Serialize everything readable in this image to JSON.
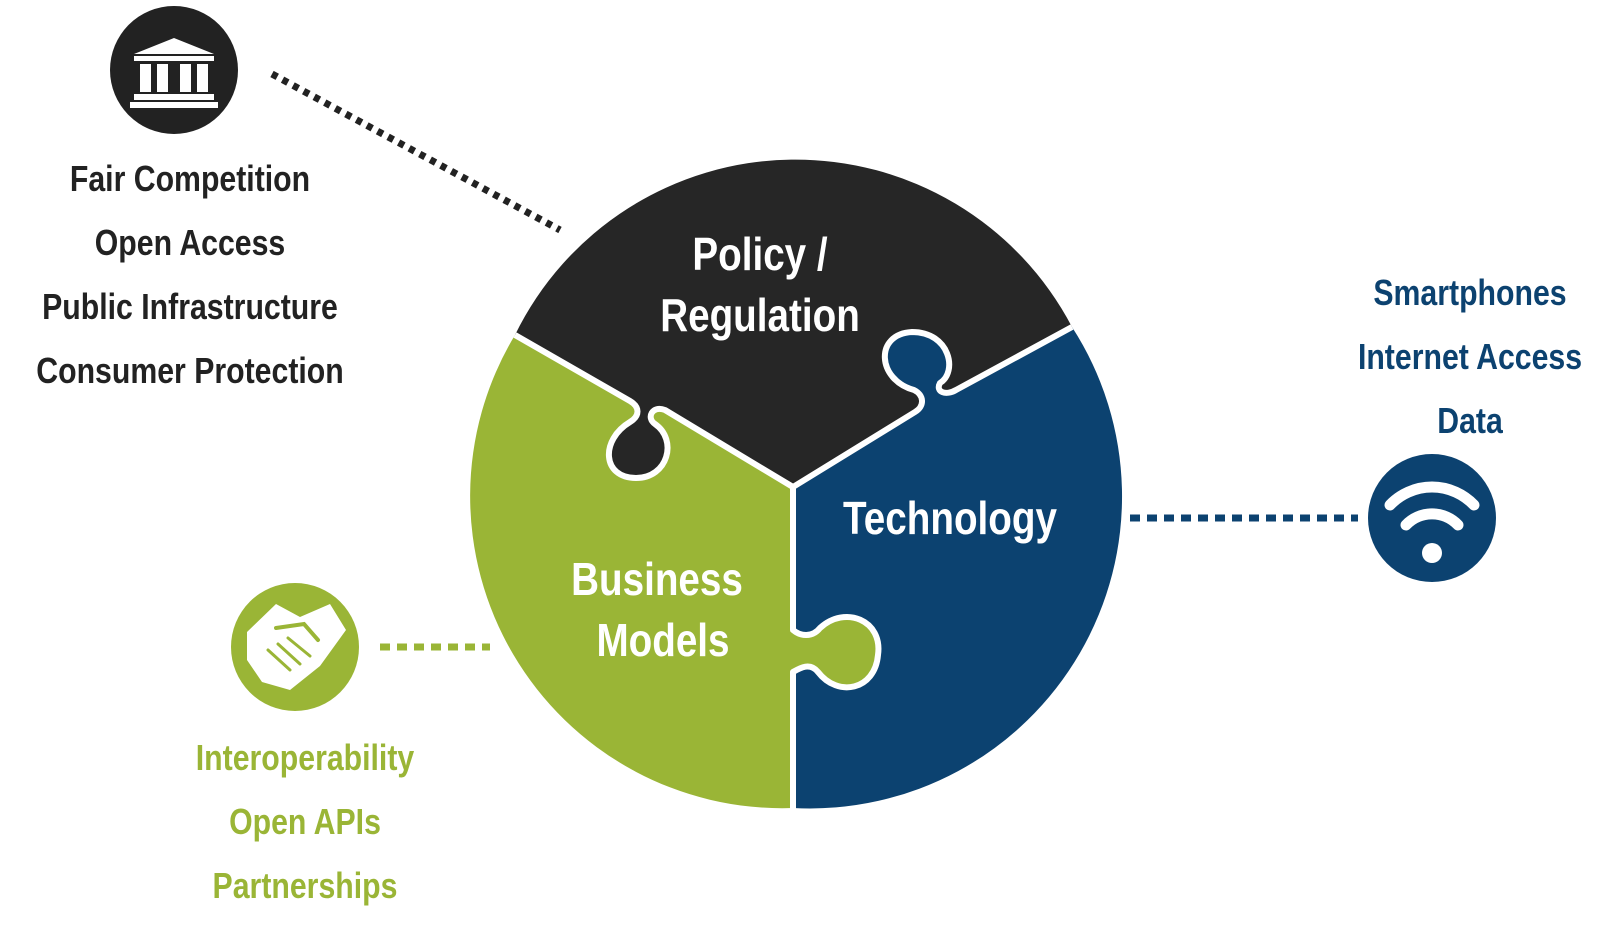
{
  "colors": {
    "policy": "#262626",
    "technology": "#0c4270",
    "business": "#9ab536",
    "background": "#ffffff"
  },
  "pieces": {
    "policy": {
      "line1": "Policy /",
      "line2": "Regulation"
    },
    "technology": {
      "line1": "Technology"
    },
    "business": {
      "line1": "Business",
      "line2": "Models"
    }
  },
  "policy_list": [
    "Fair Competition",
    "Open Access",
    "Public Infrastructure",
    "Consumer Protection"
  ],
  "technology_list": [
    "Smartphones",
    "Internet Access",
    "Data"
  ],
  "business_list": [
    "Interoperability",
    "Open APIs",
    "Partnerships"
  ],
  "icons": {
    "policy": "government-building-icon",
    "technology": "wifi-icon",
    "business": "handshake-icon"
  }
}
